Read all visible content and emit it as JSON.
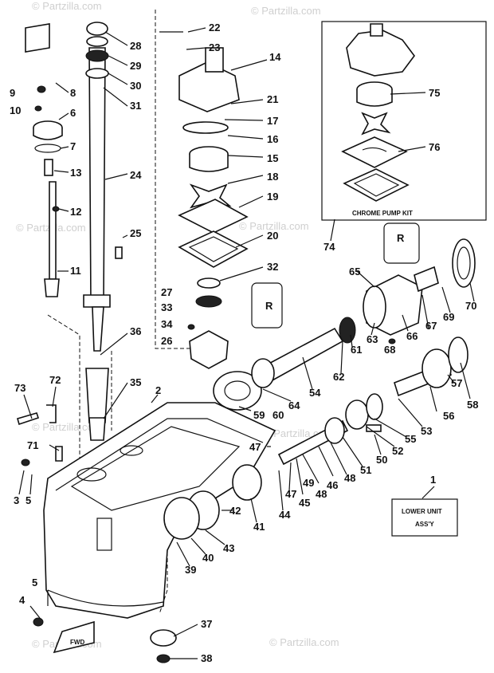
{
  "watermarks": [
    "© Partzilla.com",
    "© Partzilla.com",
    "© Partzilla.com",
    "© Partzilla.com",
    "© Partzilla.com",
    "© Partzilla.com",
    "© Partzilla.com",
    "© Partzilla.com"
  ],
  "callouts": [
    "1",
    "2",
    "3",
    "4",
    "5",
    "5",
    "6",
    "7",
    "8",
    "9",
    "10",
    "11",
    "12",
    "13",
    "14",
    "15",
    "16",
    "17",
    "18",
    "19",
    "20",
    "21",
    "22",
    "23",
    "24",
    "25",
    "26",
    "27",
    "28",
    "29",
    "30",
    "31",
    "32",
    "33",
    "34",
    "35",
    "36",
    "37",
    "38",
    "39",
    "40",
    "41",
    "42",
    "43",
    "44",
    "45",
    "46",
    "47",
    "47",
    "48",
    "48",
    "49",
    "50",
    "51",
    "52",
    "53",
    "54",
    "55",
    "56",
    "57",
    "58",
    "59",
    "60",
    "61",
    "62",
    "63",
    "64",
    "65",
    "66",
    "67",
    "68",
    "69",
    "70",
    "71",
    "72",
    "73",
    "74",
    "75",
    "76"
  ],
  "kit_box": {
    "title": "CHROME PUMP KIT"
  },
  "assembly_box": {
    "line1": "LOWER UNIT",
    "line2": "ASS'Y"
  },
  "fwd_tag": "FWD",
  "shim_letters": {
    "left": "R",
    "right": "R"
  }
}
